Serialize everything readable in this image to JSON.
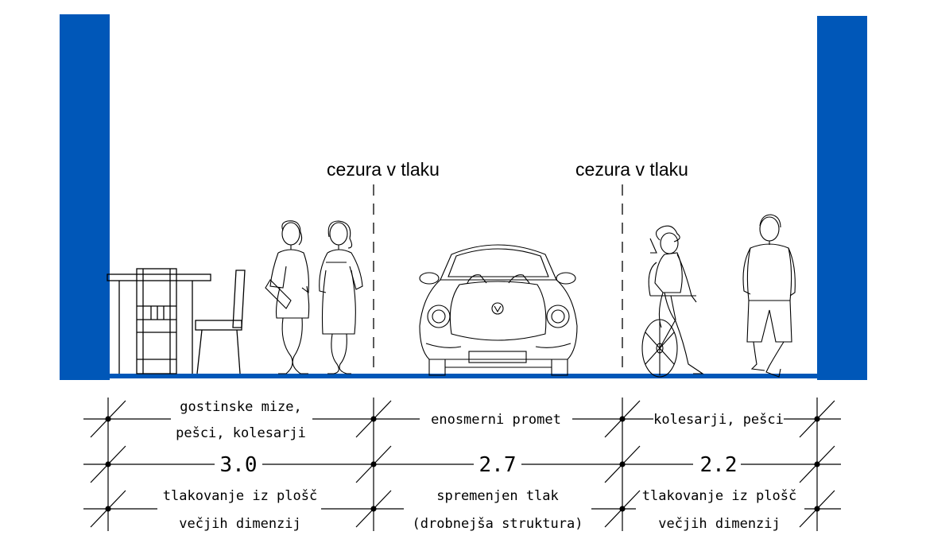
{
  "colors": {
    "wall": "#0057B8",
    "ink": "#000000",
    "background": "#FFFFFF"
  },
  "cezura_labels": [
    "cezura v tlaku",
    "cezura v tlaku"
  ],
  "zones": [
    {
      "use": [
        "gostinske mize,",
        "pešci, kolesarji"
      ],
      "width": "3.0",
      "paving": [
        "tlakovanje iz plošč",
        "večjih dimenzij"
      ]
    },
    {
      "use": [
        "enosmerni promet"
      ],
      "width": "2.7",
      "paving": [
        "spremenjen tlak",
        "(drobnejša struktura)"
      ]
    },
    {
      "use": [
        "kolesarji, pešci"
      ],
      "width": "2.2",
      "paving": [
        "tlakovanje iz plošč",
        "večjih dimenzij"
      ]
    }
  ],
  "figures": [
    {
      "name": "cafe-table-chairs-icon"
    },
    {
      "name": "women-walking-icon"
    },
    {
      "name": "car-front-icon"
    },
    {
      "name": "cyclist-icon"
    },
    {
      "name": "pedestrian-icon"
    }
  ]
}
